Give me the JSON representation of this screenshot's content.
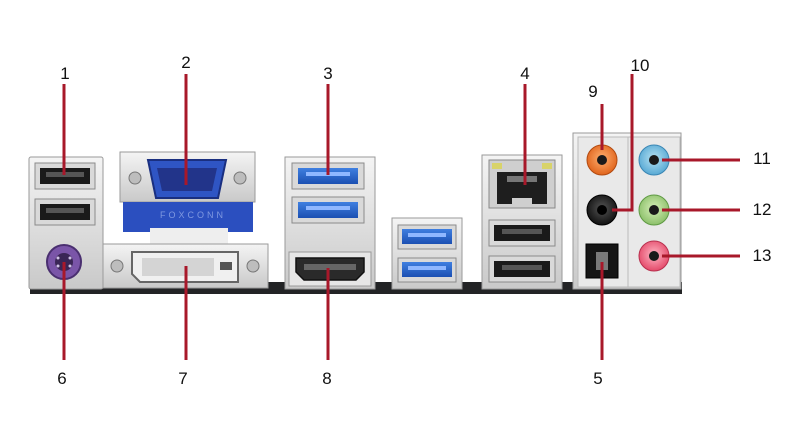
{
  "diagram": {
    "brand_text": "FOXCONN",
    "callout_color": "#a8182a",
    "labels": [
      "1",
      "2",
      "3",
      "4",
      "5",
      "6",
      "7",
      "8",
      "9",
      "10",
      "11",
      "12",
      "13"
    ],
    "ports": {
      "usb2": "usb-2.0-port",
      "ps2": "ps2-port-purple",
      "vga": "vga-d-sub-port",
      "dvi": "dvi-port",
      "usb3": "usb-3.0-port-blue",
      "hdmi": "hdmi-port",
      "lan": "rj45-lan-port",
      "spdif": "optical-spdif-out",
      "audio": [
        "orange-jack",
        "black-jack",
        "blue-jack",
        "green-jack",
        "pink-jack"
      ]
    }
  }
}
